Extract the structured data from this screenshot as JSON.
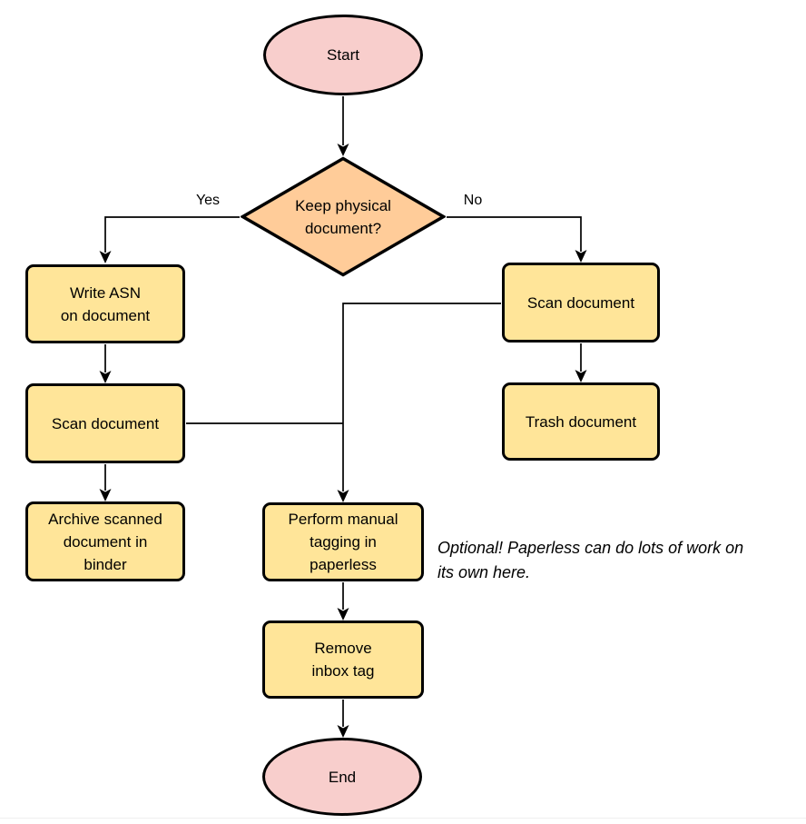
{
  "colors": {
    "terminal_fill": "#F8CECC",
    "process_fill": "#FFE599",
    "decision_fill": "#FFCC99",
    "stroke": "#000000"
  },
  "nodes": {
    "start": {
      "label": "Start"
    },
    "decision": {
      "label": "Keep physical\ndocument?"
    },
    "write_asn": {
      "label": "Write ASN\non document"
    },
    "scan_left": {
      "label": "Scan document"
    },
    "archive": {
      "label": "Archive scanned\ndocument in\nbinder"
    },
    "scan_right": {
      "label": "Scan document"
    },
    "trash": {
      "label": "Trash document"
    },
    "tagging": {
      "label": "Perform manual\ntagging in\npaperless"
    },
    "remove_inbox": {
      "label": "Remove\ninbox tag"
    },
    "end": {
      "label": "End"
    }
  },
  "edge_labels": {
    "yes": "Yes",
    "no": "No"
  },
  "note": {
    "text": "Optional! Paperless can do lots of work on\nits own here."
  }
}
